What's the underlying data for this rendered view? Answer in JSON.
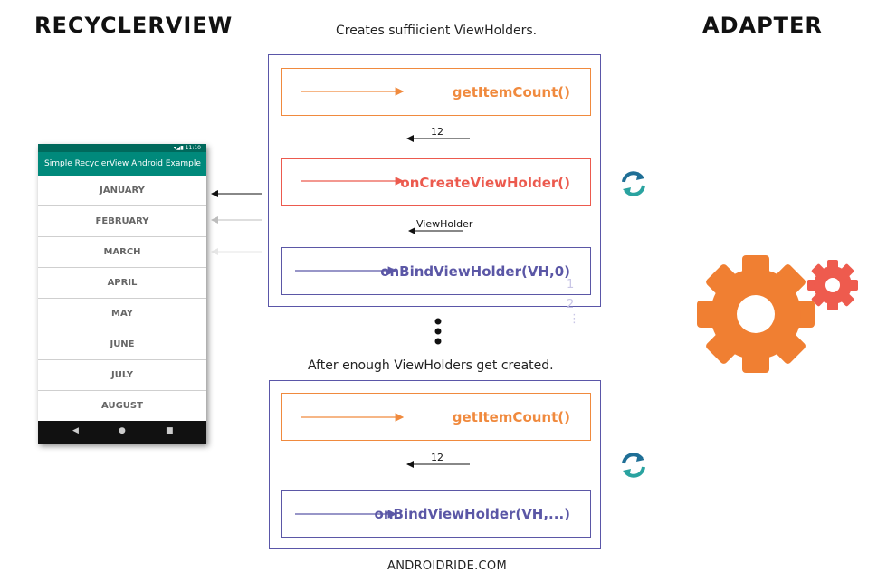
{
  "titles": {
    "left": "RECYCLERVIEW",
    "right": "ADAPTER"
  },
  "top_section": {
    "caption": "Creates suffiicient ViewHolders.",
    "box1_label": "getItemCount()",
    "return1": "12",
    "box2_label": "onCreateViewHolder()",
    "return2": "ViewHolder",
    "box3_label": "onBindViewHolder(VH,0)",
    "mini1": "1",
    "mini2": "2",
    "mini3": "⋮"
  },
  "bottom_section": {
    "caption": "After enough ViewHolders get created.",
    "box1_label": "getItemCount()",
    "return1": "12",
    "box2_label": "onBindViewHolder(VH,...)"
  },
  "phone": {
    "status_time": "11:10",
    "app_title": "Simple RecyclerView Android Example",
    "rows": [
      "JANUARY",
      "FEBRUARY",
      "MARCH",
      "APRIL",
      "MAY",
      "JUNE",
      "JULY",
      "AUGUST"
    ],
    "nav_icons": [
      "back-triangle",
      "home-circle",
      "recents-square"
    ]
  },
  "colors": {
    "orange": "#f08a3e",
    "red": "#ec5a4e",
    "purple": "#5b57a6",
    "teal": "#00897b",
    "refresh_blue": "#1f6f96",
    "refresh_teal": "#2aa3a0"
  },
  "footer": "ANDROIDRIDE.COM"
}
